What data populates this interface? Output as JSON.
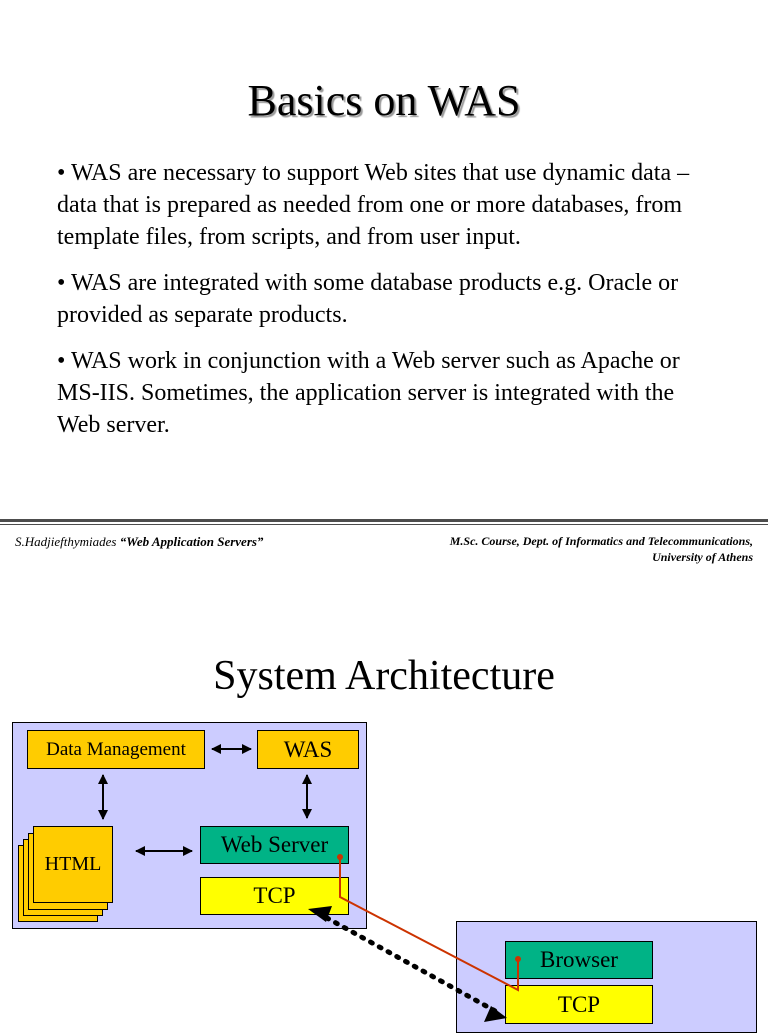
{
  "slide1": {
    "title": "Basics on WAS",
    "bullets": [
      "• WAS are necessary to support Web sites that use dynamic data – data that is prepared as needed from one or more databases, from template files, from scripts, and from user input.",
      "• WAS are integrated with some database products e.g. Oracle or provided as separate products.",
      "• WAS work in conjunction with a Web server such as Apache or MS-IIS. Sometimes, the application server is integrated with the Web server."
    ]
  },
  "footer": {
    "author": "S.Hadjiefthymiades",
    "course_title": "“Web Application Servers”",
    "right_line1": "M.Sc. Course, Dept. of Informatics and Telecommunications,",
    "right_line2": "University of Athens"
  },
  "slide2": {
    "title": "System Architecture",
    "boxes": {
      "data_management": "Data Management",
      "was": "WAS",
      "html": "HTML",
      "web_server": "Web Server",
      "tcp_server": "TCP",
      "browser": "Browser",
      "tcp_client": "TCP"
    }
  },
  "colors": {
    "panel": "#ccccff",
    "gold_box": "#ffcc00",
    "green_box": "#00b386",
    "yellow_box": "#ffff00",
    "connector": "#cc3300"
  }
}
